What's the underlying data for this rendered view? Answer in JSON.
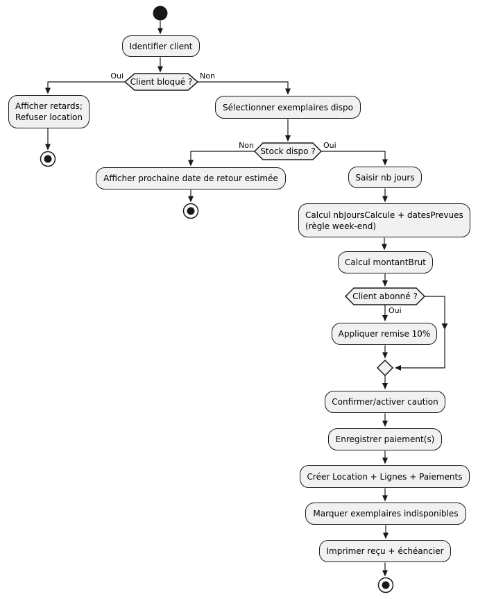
{
  "diagram": {
    "colors": {
      "background": "#FFFFFF",
      "node_fill": "#F1F1F1",
      "node_border": "#181818",
      "line": "#181818",
      "text": "#000000"
    },
    "nodes": {
      "identifier_client": "Identifier client",
      "afficher_retards_line1": "Afficher retards;",
      "afficher_retards_line2": "Refuser location",
      "selectionner_exemplaires": "Sélectionner exemplaires dispo",
      "afficher_prochaine_date": "Afficher prochaine date de retour estimée",
      "saisir_nb_jours": "Saisir nb jours",
      "calcul_nbjours_line1": "Calcul nbJoursCalcule + datesPrevues",
      "calcul_nbjours_line2": "(règle week-end)",
      "calcul_montant_brut": "Calcul montantBrut",
      "appliquer_remise": "Appliquer remise 10%",
      "confirmer_caution": "Confirmer/activer caution",
      "enregistrer_paiements": "Enregistrer paiement(s)",
      "creer_location": "Créer Location + Lignes + Paiements",
      "marquer_exemplaires": "Marquer exemplaires indisponibles",
      "imprimer_recu": "Imprimer reçu + échéancier"
    },
    "decisions": {
      "client_bloque": "Client bloqué ?",
      "stock_dispo": "Stock dispo ?",
      "client_abonne": "Client abonné ?"
    },
    "edge_labels": {
      "client_bloque_oui": "Oui",
      "client_bloque_non": "Non",
      "stock_dispo_non": "Non",
      "stock_dispo_oui": "Oui",
      "client_abonne_oui": "Oui"
    }
  }
}
